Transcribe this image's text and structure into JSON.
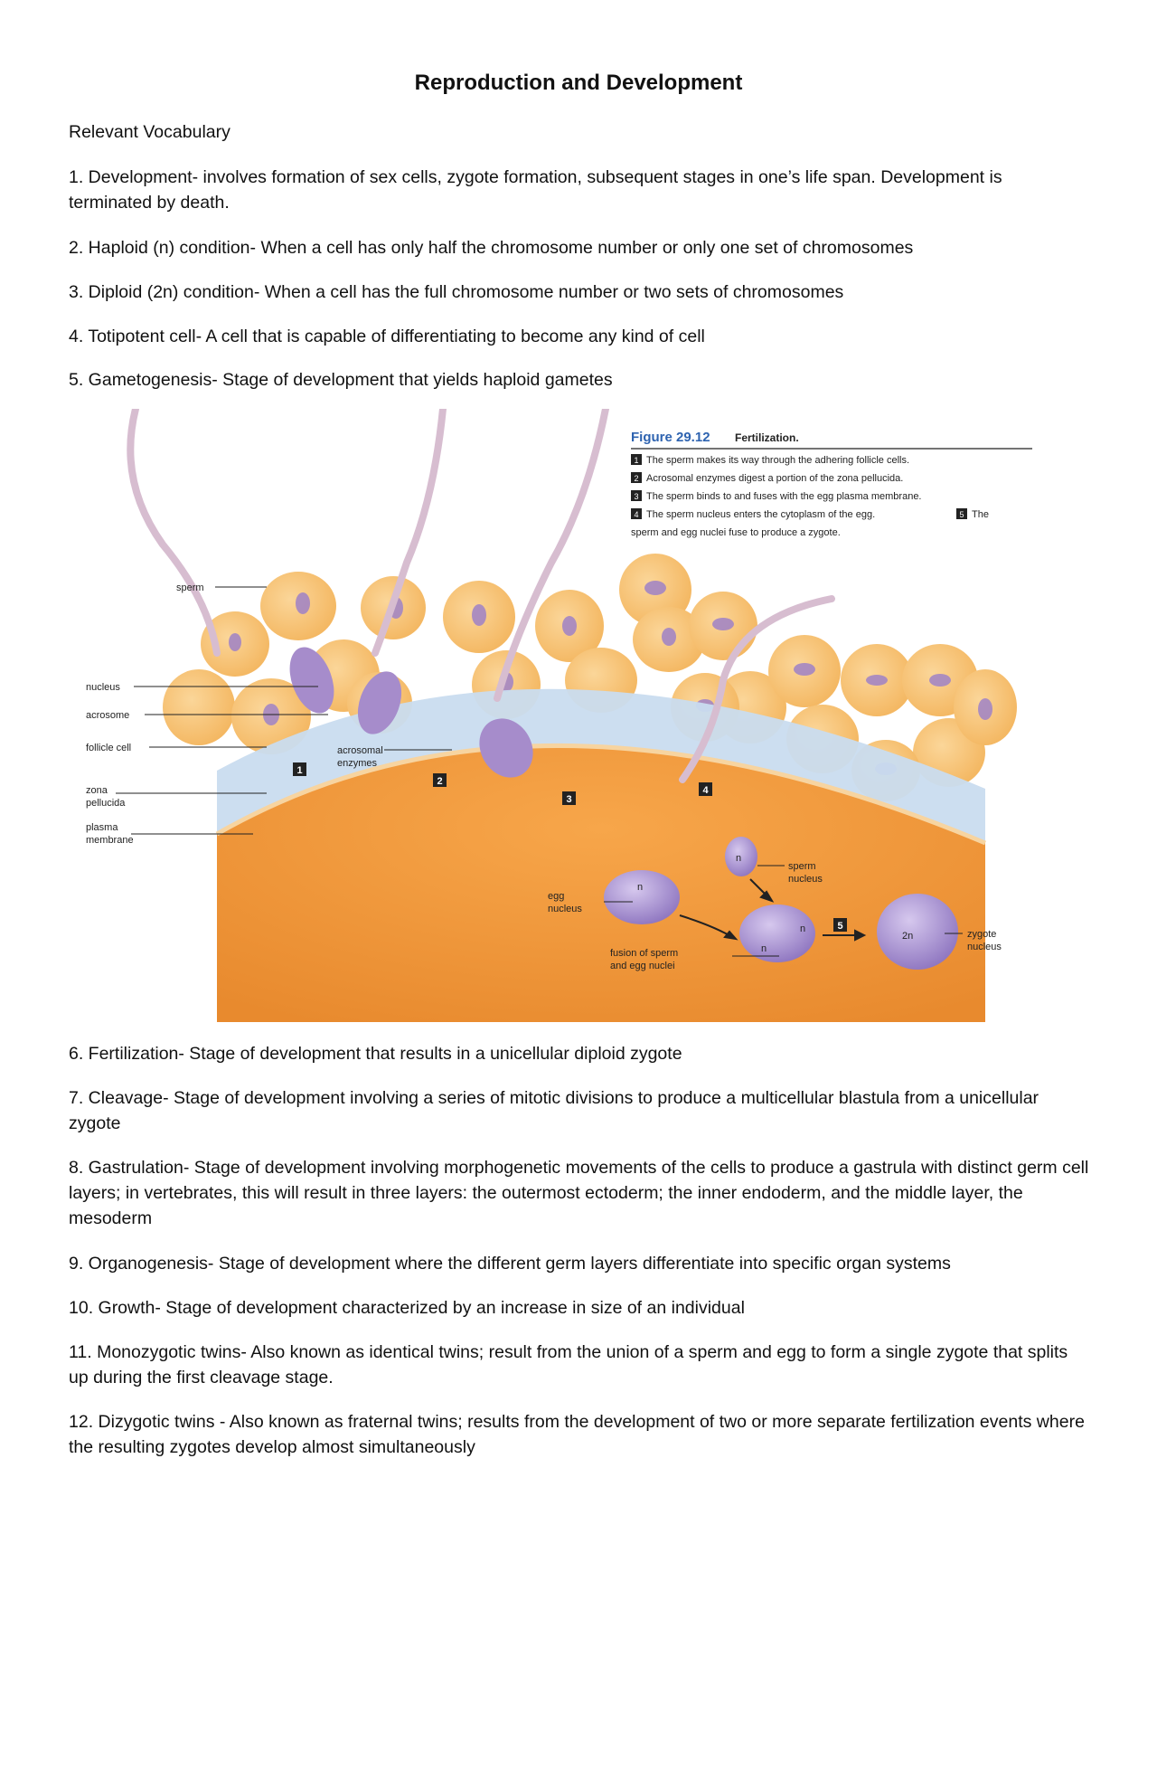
{
  "title": "Reproduction and Development",
  "vocab_heading": "Relevant Vocabulary",
  "items": [
    "1. Development- involves formation of sex cells, zygote formation, subsequent stages in one’s life span. Development is terminated by death.",
    "2. Haploid (n) condition- When a cell has only half the chromosome number or only one set of chromosomes",
    "3. Diploid (2n) condition- When a cell has the full chromosome number or two sets of chromosomes",
    "4. Totipotent cell- A cell that is capable of differentiating to become any kind of cell",
    "5. Gametogenesis- Stage of development that yields haploid gametes",
    "6. Fertilization- Stage of development that results in a unicellular diploid zygote",
    "7. Cleavage- Stage of development involving a series of mitotic divisions to produce a multicellular blastula from a unicellular zygote",
    "8. Gastrulation- Stage of development involving morphogenetic movements of the cells to produce a gastrula with distinct germ cell layers; in vertebrates, this will result in three layers: the outermost ectoderm; the inner endoderm, and the middle layer, the mesoderm",
    "9. Organogenesis- Stage of development where the different germ layers differentiate into specific organ systems",
    "10. Growth- Stage of development characterized by an increase in size of an individual",
    "11. Monozygotic twins- Also known as identical twins; result from the union of a sperm and egg to form a single zygote that splits up during the first cleavage stage.",
    "12. Dizygotic twins - Also known as fraternal twins; results from the development of two or more separate fertilization events where the resulting zygotes develop almost simultaneously"
  ],
  "figure": {
    "number": "Figure 29.12",
    "caption_title": "Fertilization.",
    "steps": [
      {
        "num": "1",
        "text": "The sperm makes its way through the adhering follicle cells."
      },
      {
        "num": "2",
        "text": "Acrosomal enzymes digest a portion of the zona pellucida."
      },
      {
        "num": "3",
        "text": "The sperm binds to and fuses with the egg plasma membrane."
      },
      {
        "num": "4",
        "text": "The sperm nucleus enters the cytoplasm of the egg."
      },
      {
        "num": "5",
        "text": "The"
      }
    ],
    "step5_continued": "sperm and egg nuclei fuse to produce a zygote.",
    "labels": {
      "sperm": "sperm",
      "nucleus": "nucleus",
      "acrosome": "acrosome",
      "follicle_cell": "follicle cell",
      "zona_1": "zona",
      "zona_2": "pellucida",
      "plasma_1": "plasma",
      "plasma_2": "membrane",
      "acrosomal_1": "acrosomal",
      "acrosomal_2": "enzymes",
      "egg_1": "egg",
      "egg_2": "nucleus",
      "sperm_nucleus_1": "sperm",
      "sperm_nucleus_2": "nucleus",
      "fusion_1": "fusion of sperm",
      "fusion_2": "and egg nuclei",
      "zygote_1": "zygote",
      "zygote_2": "nucleus",
      "n": "n",
      "two_n": "2n"
    },
    "markers": [
      "1",
      "2",
      "3",
      "4",
      "5"
    ],
    "colors": {
      "caption_blue": "#2e63b0",
      "egg_orange": "#f2a040",
      "follicle": "#f7c070",
      "zona": "#c9dcef",
      "sperm_purple": "#9a82c4"
    }
  }
}
